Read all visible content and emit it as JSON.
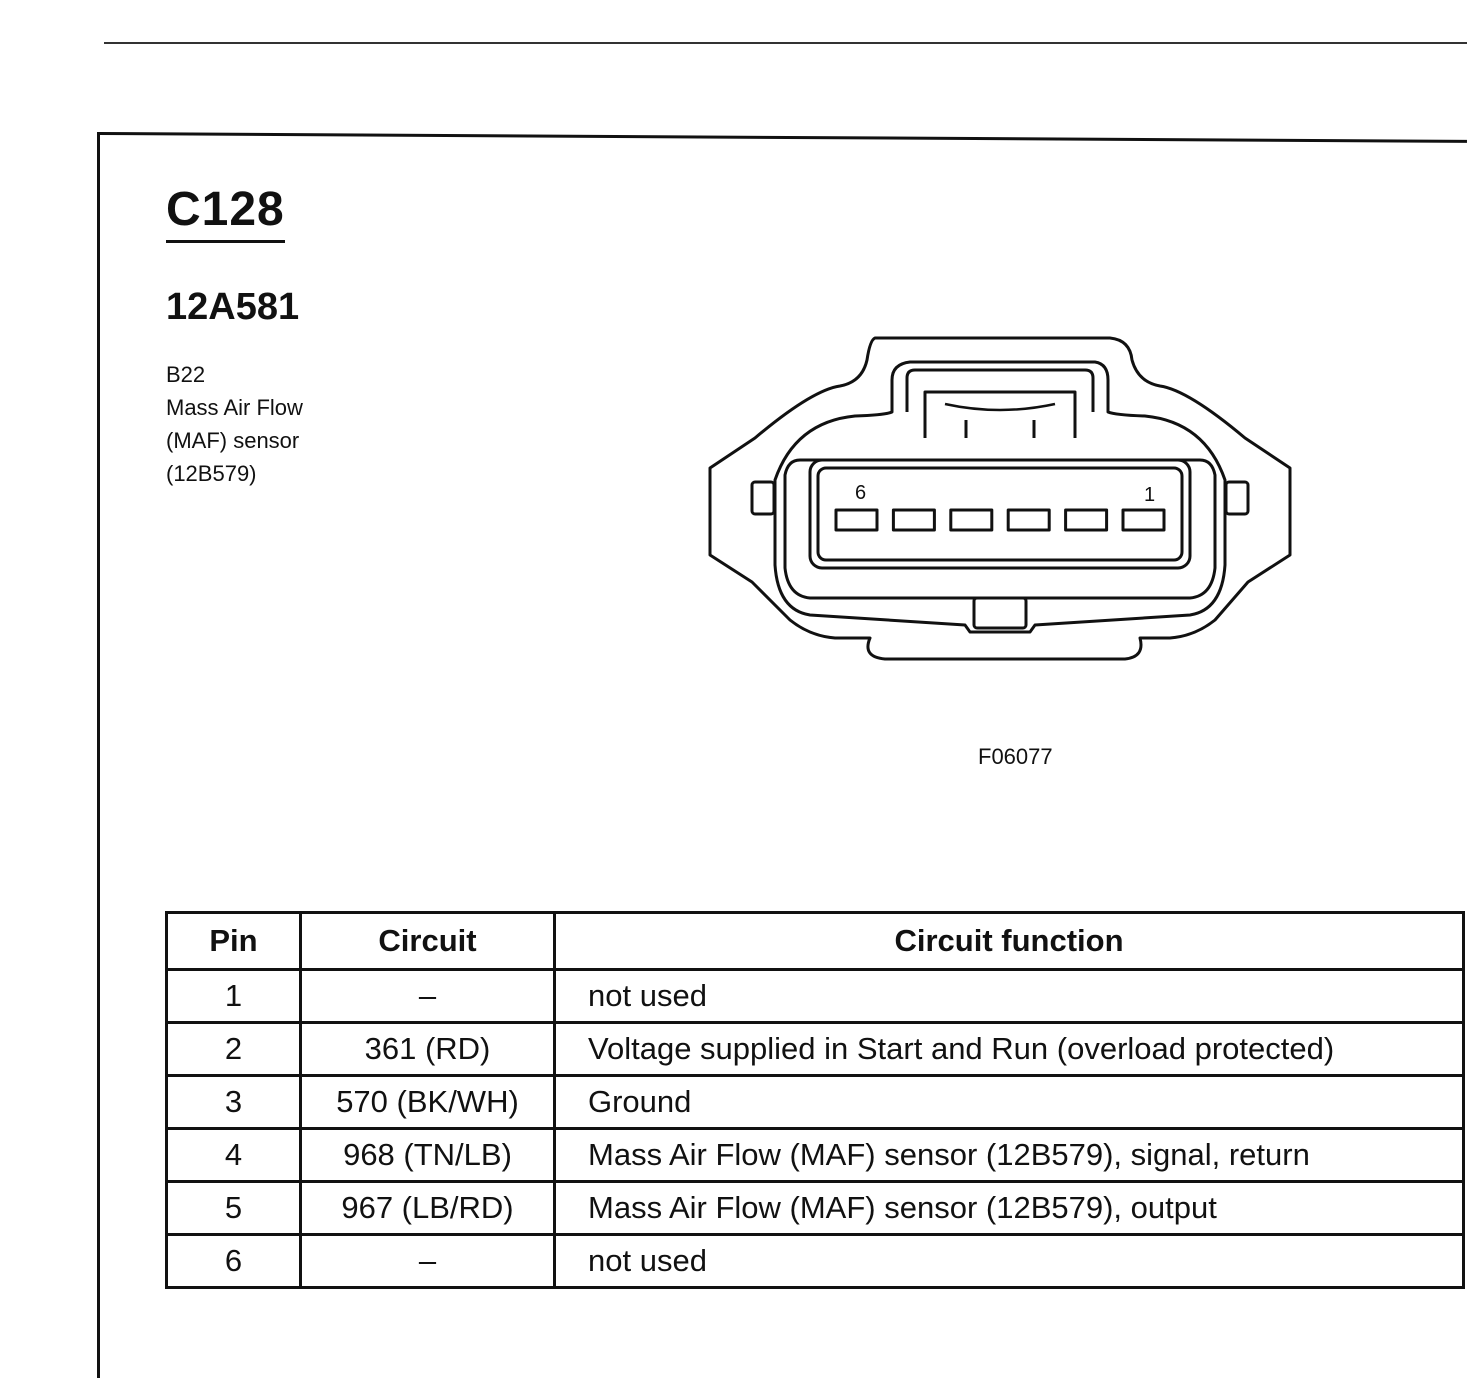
{
  "connector": {
    "id": "C128",
    "part": "12A581",
    "description_lines": [
      "B22",
      "Mass Air Flow",
      "(MAF) sensor",
      "(12B579)"
    ],
    "pin_label_left": "6",
    "pin_label_right": "1",
    "figure_code": "F06077"
  },
  "table": {
    "headers": {
      "pin": "Pin",
      "circuit": "Circuit",
      "function": "Circuit function"
    },
    "rows": [
      {
        "pin": "1",
        "circuit": "–",
        "function": "not used"
      },
      {
        "pin": "2",
        "circuit": "361 (RD)",
        "function": "Voltage supplied in Start and Run (overload protected)"
      },
      {
        "pin": "3",
        "circuit": "570 (BK/WH)",
        "function": "Ground"
      },
      {
        "pin": "4",
        "circuit": "968 (TN/LB)",
        "function": "Mass Air Flow (MAF) sensor (12B579), signal, return"
      },
      {
        "pin": "5",
        "circuit": "967 (LB/RD)",
        "function": "Mass Air Flow (MAF) sensor (12B579), output"
      },
      {
        "pin": "6",
        "circuit": "–",
        "function": "not used"
      }
    ]
  }
}
